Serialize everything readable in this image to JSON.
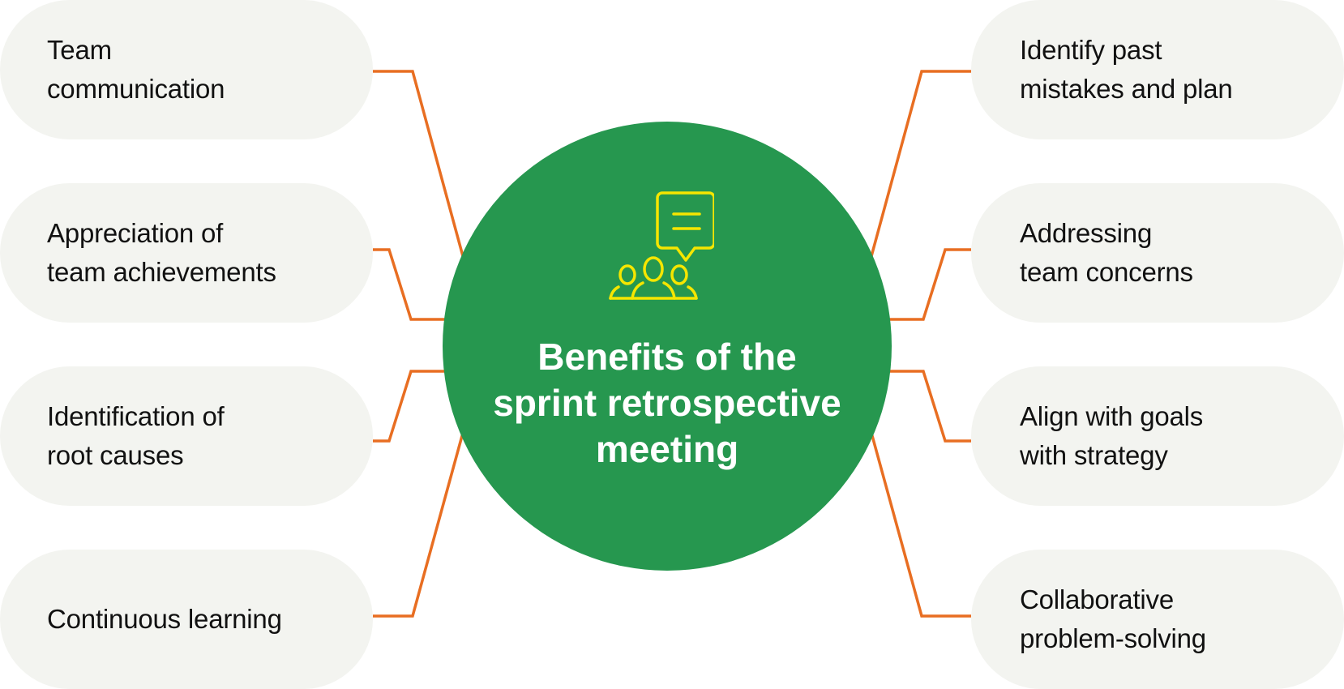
{
  "colors": {
    "hub_fill": "#26974f",
    "connector": "#e86e22",
    "icon_stroke": "#f5e600",
    "pill_fill": "#f3f4f0",
    "pill_text": "#111111",
    "hub_text": "#ffffff"
  },
  "hub": {
    "icon": "team-chat-icon",
    "title": "Benefits of the\nsprint retrospective\nmeeting"
  },
  "left_items": [
    {
      "label": "Team\ncommunication"
    },
    {
      "label": "Appreciation of\nteam achievements"
    },
    {
      "label": "Identification of\nroot causes"
    },
    {
      "label": "Continuous learning"
    }
  ],
  "right_items": [
    {
      "label": "Identify past\nmistakes and plan"
    },
    {
      "label": "Addressing\nteam concerns"
    },
    {
      "label": "Align with goals\nwith strategy"
    },
    {
      "label": "Collaborative\nproblem-solving"
    }
  ]
}
